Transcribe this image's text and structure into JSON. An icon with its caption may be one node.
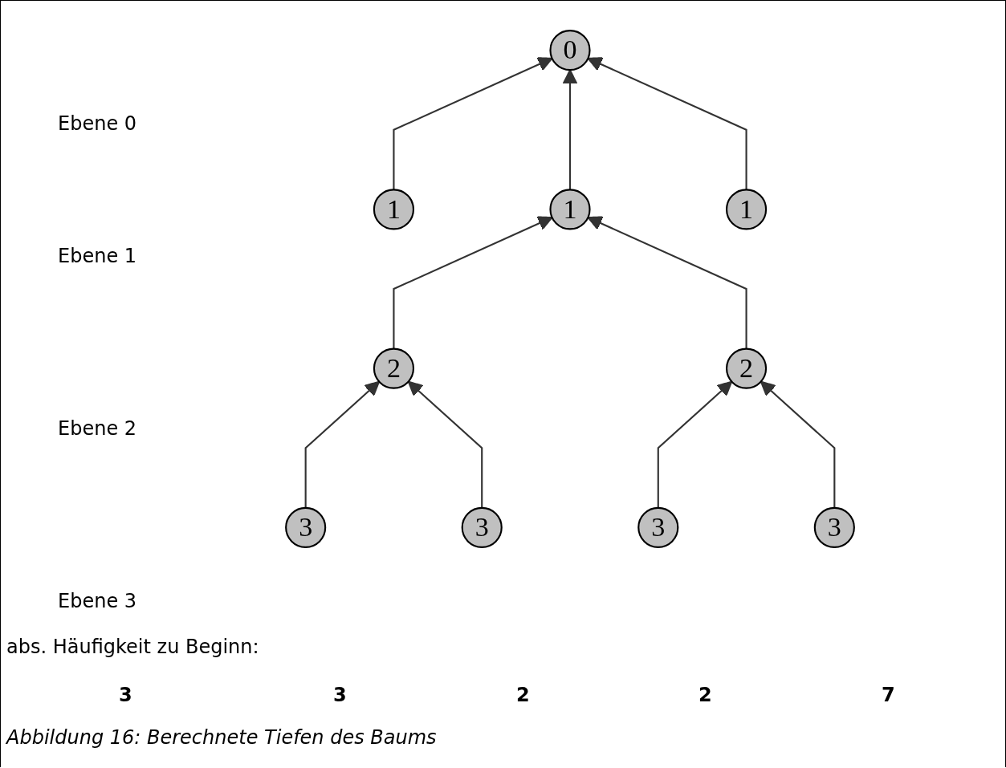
{
  "diagram": {
    "caption": "Abbildung 16: Berechnete Tiefen des Baums",
    "nodes": [
      {
        "text": [
          "1"
        ]
      },
      {
        "text": [
          "0"
        ]
      },
      {
        "text": [
          "1"
        ]
      },
      {
        "text": [
          "1"
        ]
      },
      {
        "text": [
          "2"
        ]
      },
      {
        "text": [
          "2"
        ]
      },
      {
        "text": [
          "3"
        ]
      },
      {
        "text": [
          "3"
        ]
      },
      {
        "text": [
          "3"
        ]
      },
      {
        "text": [
          "3"
        ]
      }
    ],
    "edges": [
      {
        "from": 0,
        "to": 1,
        "arrow": "to"
      },
      {
        "from": 2,
        "to": 1,
        "arrow": "to"
      },
      {
        "from": 3,
        "to": 1,
        "arrow": "to"
      },
      {
        "from": 4,
        "to": 2,
        "arrow": "to"
      },
      {
        "from": 5,
        "to": 2,
        "arrow": "to"
      },
      {
        "from": 6,
        "to": 4,
        "arrow": "to"
      },
      {
        "from": 7,
        "to": 4,
        "arrow": "to"
      },
      {
        "from": 8,
        "to": 5,
        "arrow": "to"
      },
      {
        "from": 9,
        "to": 5,
        "arrow": "to"
      }
    ],
    "labels": [
      "Ebene 0",
      "Ebene 1",
      "Ebene 2",
      "Ebene 3",
      "abs. Häufigkeit zu Beginn:",
      "3",
      "3",
      "2",
      "2",
      "7"
    ]
  }
}
